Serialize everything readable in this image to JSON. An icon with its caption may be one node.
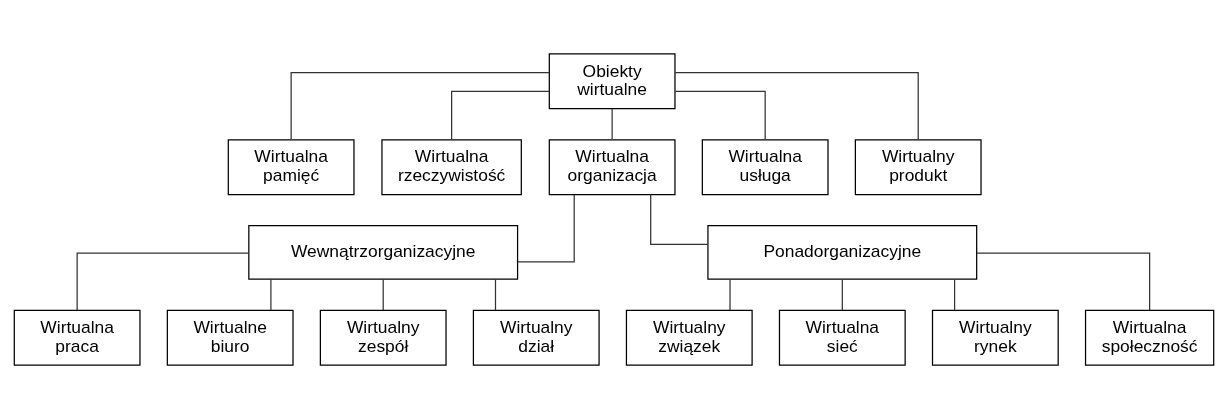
{
  "diagram": {
    "nodes": [
      {
        "text": [
          "Obiekty wirtualne"
        ]
      },
      {
        "text": [
          "Wirtualna pamięć"
        ]
      },
      {
        "text": [
          "Wirtualna rzeczywistość"
        ]
      },
      {
        "text": [
          "Wirtualna organizacja"
        ]
      },
      {
        "text": [
          "Wirtualna usługa"
        ]
      },
      {
        "text": [
          "Wirtualny produkt"
        ]
      },
      {
        "text": [
          "Wewnątrzorganizacyjne"
        ]
      },
      {
        "text": [
          "Ponadorganizacyjne"
        ]
      },
      {
        "text": [
          "Wirtualna praca"
        ]
      },
      {
        "text": [
          "Wirtualne biuro"
        ]
      },
      {
        "text": [
          "Wirtualny zespół"
        ]
      },
      {
        "text": [
          "Wirtualny dział"
        ]
      },
      {
        "text": [
          "Wirtualny związek"
        ]
      },
      {
        "text": [
          "Wirtualna sieć"
        ]
      },
      {
        "text": [
          "Wirtualny rynek"
        ]
      },
      {
        "text": [
          "Wirtualna społeczność"
        ]
      }
    ],
    "edges": [
      {
        "from": 0,
        "to": 1,
        "arrow": "none"
      },
      {
        "from": 0,
        "to": 2,
        "arrow": "none"
      },
      {
        "from": 0,
        "to": 3,
        "arrow": "none"
      },
      {
        "from": 0,
        "to": 4,
        "arrow": "none"
      },
      {
        "from": 0,
        "to": 5,
        "arrow": "none"
      },
      {
        "from": 3,
        "to": 6,
        "arrow": "none"
      },
      {
        "from": 3,
        "to": 7,
        "arrow": "none"
      },
      {
        "from": 6,
        "to": 8,
        "arrow": "none"
      },
      {
        "from": 6,
        "to": 9,
        "arrow": "none"
      },
      {
        "from": 6,
        "to": 10,
        "arrow": "none"
      },
      {
        "from": 6,
        "to": 11,
        "arrow": "none"
      },
      {
        "from": 7,
        "to": 12,
        "arrow": "none"
      },
      {
        "from": 7,
        "to": 13,
        "arrow": "none"
      },
      {
        "from": 7,
        "to": 14,
        "arrow": "none"
      },
      {
        "from": 7,
        "to": 15,
        "arrow": "none"
      }
    ]
  }
}
